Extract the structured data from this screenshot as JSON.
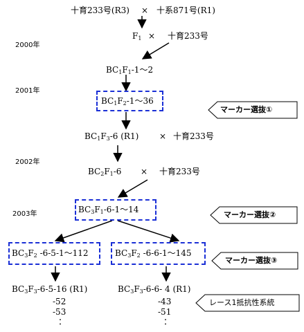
{
  "years": [
    "2000年",
    "2001年",
    "2002年",
    "2003年"
  ],
  "generation": {
    "p1": "十育233号(R3)",
    "cross1": "×",
    "p2": "十系871号(R1)",
    "f1": {
      "base": "F",
      "sub": "1"
    },
    "cross2": "×",
    "recurrent": "十育233号",
    "bc1f1": {
      "a": "BC",
      "s1": "1",
      "b": "F",
      "s2": "1",
      "rest": "-1～2"
    },
    "bc1f2": {
      "a": "BC",
      "s1": "1",
      "b": "F",
      "s2": "2",
      "rest": "-1～36"
    },
    "bc1f3": {
      "a": "BC",
      "s1": "1",
      "b": "F",
      "s2": "3",
      "rest": "-6 (R1)"
    },
    "cross3": "×",
    "recurrent2": "十育233号",
    "bc2f1": {
      "a": "BC",
      "s1": "2",
      "b": "F",
      "s2": "1",
      "rest": "-6"
    },
    "cross4": "×",
    "recurrent3": "十育233号",
    "bc3f1": {
      "a": "BC",
      "s1": "3",
      "b": "F",
      "s2": "1",
      "rest": "-6-1～14"
    },
    "bc3f2_left": {
      "a": "BC",
      "s1": "3",
      "b": "F",
      "s2": "2",
      "rest": " -6-5-1～112"
    },
    "bc3f2_right": {
      "a": "BC",
      "s1": "3",
      "b": "F",
      "s2": "2",
      "rest": " -6-6-1～145"
    },
    "bc3f3_left": {
      "a": "BC",
      "s1": "3",
      "b": "F",
      "s2": "3",
      "rest": "-6-5-16 (R1)"
    },
    "bc3f3_right": {
      "a": "BC",
      "s1": "3",
      "b": "F",
      "s2": "3",
      "rest": "-6-6- 4 (R1)"
    },
    "left_more": [
      "-52",
      "-53",
      "："
    ],
    "right_more": [
      "-43",
      "-51",
      "："
    ]
  },
  "labels": {
    "marker1": "マーカー選抜①",
    "marker2": "マーカー選抜②",
    "marker3": "マーカー選抜③",
    "resistant": "レース1抵抗性系統"
  },
  "colors": {
    "dash": "#1a2fd6",
    "line": "#000000"
  }
}
